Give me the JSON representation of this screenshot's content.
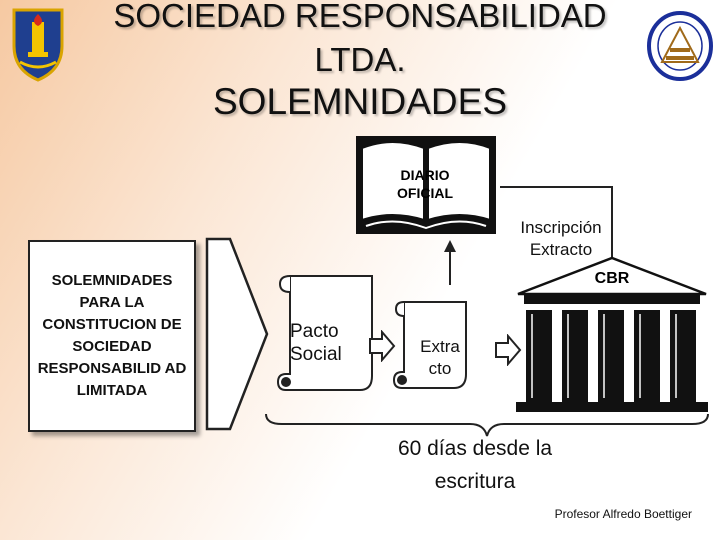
{
  "title": {
    "line1": "SOCIEDAD RESPONSABILIDAD",
    "line2": "LTDA.",
    "line3": "SOLEMNIDADES"
  },
  "left_box": "SOLEMNIDADES PARA LA CONSTITUCION DE SOCIEDAD RESPONSABILID AD LIMITADA",
  "book": {
    "line1": "DIARIO",
    "line2": "OFICIAL"
  },
  "inscripcion": {
    "line1": "Inscripción",
    "line2": "Extracto"
  },
  "cbr": "CBR",
  "pacto": {
    "line1": "Pacto",
    "line2": "Social"
  },
  "extracto": {
    "line1": "Extra",
    "line2": "cto"
  },
  "plazo": {
    "line1": "60 días desde la",
    "line2": "escritura"
  },
  "author": "Profesor Alfredo Boettiger"
}
